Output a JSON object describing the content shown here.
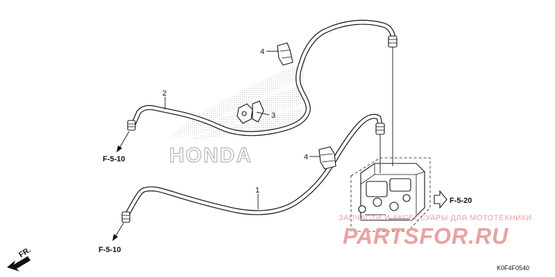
{
  "diagram": {
    "callouts": [
      {
        "id": "1",
        "label": "1"
      },
      {
        "id": "2",
        "label": "2"
      },
      {
        "id": "3",
        "label": "3"
      },
      {
        "id": "4a",
        "label": "4"
      },
      {
        "id": "4b",
        "label": "4"
      }
    ],
    "references": [
      {
        "id": "ref-top-left",
        "label": "F-5-10"
      },
      {
        "id": "ref-bottom-left",
        "label": "F-5-10"
      },
      {
        "id": "ref-right",
        "label": "F-5-20"
      }
    ],
    "direction_label": "FR.",
    "brand_watermark": "HONDA",
    "diagram_code": "K0F4F0540",
    "site_watermark": {
      "tagline": "ЗАПЧАСТИ И АКСЕССУАРЫ ДЛЯ МОТОТЕХНИКИ",
      "name": "PARTSFOR.RU",
      "color": "#e8a2a2"
    }
  }
}
